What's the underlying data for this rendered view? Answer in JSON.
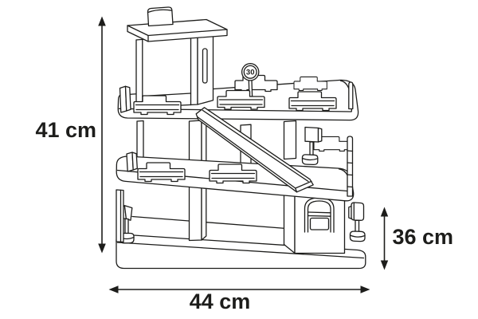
{
  "figure": {
    "type": "technical line drawing",
    "subject": "wooden toy multi-level parking garage with lift tower, ramp, speed sign, petrol pump and parking meters",
    "background_color": "#ffffff",
    "line_color": "#1d1d1b"
  },
  "dimensions": {
    "height": {
      "label": "41 cm"
    },
    "width": {
      "label": "44 cm"
    },
    "depth": {
      "label": "36 cm"
    }
  },
  "speed_sign": {
    "value": "30"
  }
}
